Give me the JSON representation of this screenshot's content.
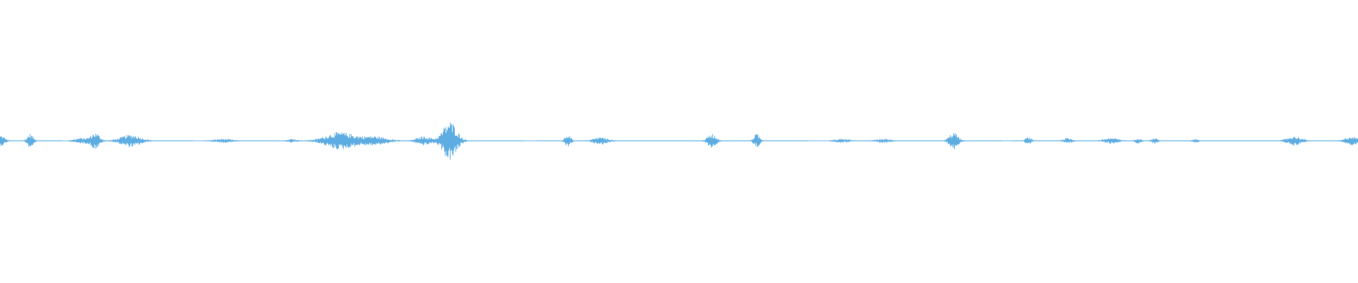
{
  "waveform": {
    "color": "#5DADE2",
    "background": "#FFFFFF",
    "amplitude_scale": 1.0,
    "bursts": [
      {
        "position": 0.0,
        "amplitude": 0.06,
        "width": 0.006
      },
      {
        "position": 0.022,
        "amplitude": 0.08,
        "width": 0.004
      },
      {
        "position": 0.06,
        "amplitude": 0.03,
        "width": 0.01
      },
      {
        "position": 0.07,
        "amplitude": 0.09,
        "width": 0.006
      },
      {
        "position": 0.096,
        "amplitude": 0.07,
        "width": 0.014
      },
      {
        "position": 0.164,
        "amplitude": 0.02,
        "width": 0.012
      },
      {
        "position": 0.215,
        "amplitude": 0.02,
        "width": 0.006
      },
      {
        "position": 0.25,
        "amplitude": 0.1,
        "width": 0.02
      },
      {
        "position": 0.275,
        "amplitude": 0.05,
        "width": 0.018
      },
      {
        "position": 0.312,
        "amplitude": 0.05,
        "width": 0.01
      },
      {
        "position": 0.331,
        "amplitude": 0.23,
        "width": 0.01
      },
      {
        "position": 0.418,
        "amplitude": 0.07,
        "width": 0.004
      },
      {
        "position": 0.442,
        "amplitude": 0.04,
        "width": 0.01
      },
      {
        "position": 0.524,
        "amplitude": 0.08,
        "width": 0.006
      },
      {
        "position": 0.557,
        "amplitude": 0.08,
        "width": 0.004
      },
      {
        "position": 0.62,
        "amplitude": 0.02,
        "width": 0.01
      },
      {
        "position": 0.65,
        "amplitude": 0.02,
        "width": 0.01
      },
      {
        "position": 0.702,
        "amplitude": 0.1,
        "width": 0.006
      },
      {
        "position": 0.757,
        "amplitude": 0.04,
        "width": 0.004
      },
      {
        "position": 0.786,
        "amplitude": 0.03,
        "width": 0.006
      },
      {
        "position": 0.818,
        "amplitude": 0.03,
        "width": 0.01
      },
      {
        "position": 0.838,
        "amplitude": 0.03,
        "width": 0.004
      },
      {
        "position": 0.85,
        "amplitude": 0.03,
        "width": 0.004
      },
      {
        "position": 0.88,
        "amplitude": 0.02,
        "width": 0.004
      },
      {
        "position": 0.953,
        "amplitude": 0.05,
        "width": 0.01
      },
      {
        "position": 0.995,
        "amplitude": 0.05,
        "width": 0.008
      }
    ],
    "gaps": [
      {
        "start": 0.045,
        "end": 0.05
      },
      {
        "start": 0.142,
        "end": 0.15
      },
      {
        "start": 0.385,
        "end": 0.395
      },
      {
        "start": 0.595,
        "end": 0.61
      },
      {
        "start": 0.738,
        "end": 0.745
      }
    ]
  }
}
